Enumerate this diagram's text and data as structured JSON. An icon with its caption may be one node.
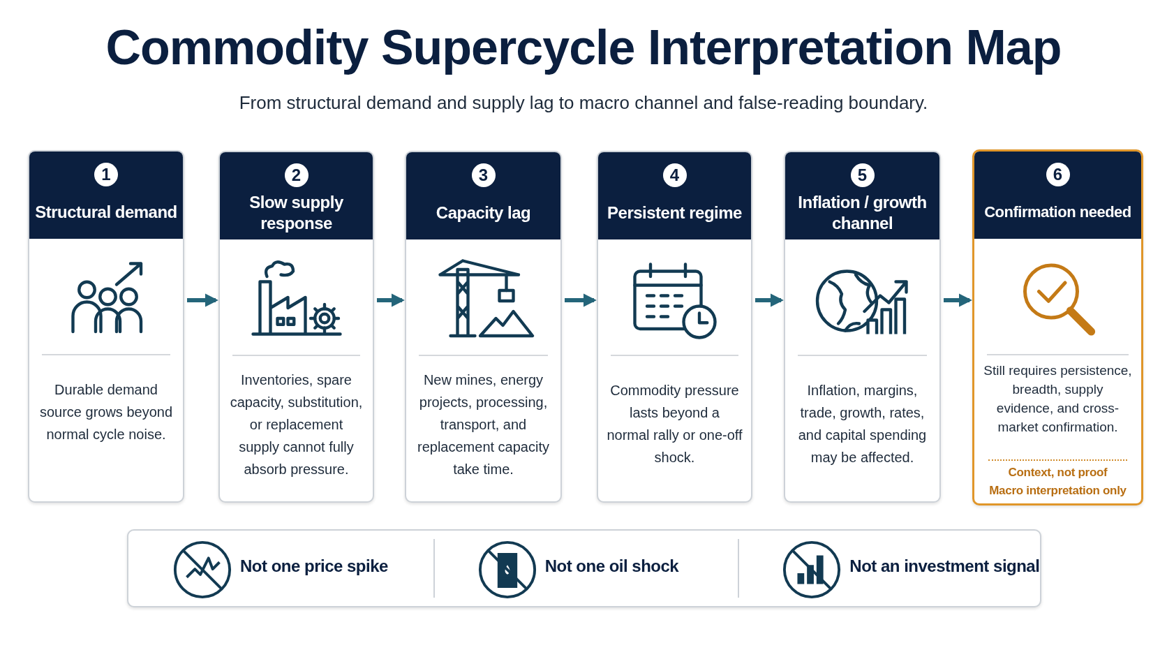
{
  "diagram": {
    "title": "Commodity Supercycle Interpretation Map",
    "nodes": [
      {
        "text": [
          "1",
          "Structural demand",
          "Durable demand source grows beyond normal cycle noise."
        ]
      },
      {
        "text": [
          "2",
          "Slow supply response",
          "Inventories, spare capacity, substitution, or replacement supply cannot fully absorb pressure."
        ]
      },
      {
        "text": [
          "3",
          "Capacity lag",
          "New mines, energy projects, processing, transport, and replacement capacity take time."
        ]
      },
      {
        "text": [
          "4",
          "Persistent regime",
          "Commodity pressure lasts beyond a normal rally or one-off shock."
        ]
      },
      {
        "text": [
          "5",
          "Inflation / growth channel",
          "Inflation, margins, trade, growth, rates, and capital spending may be affected."
        ]
      },
      {
        "text": [
          "6",
          "Confirmation needed",
          "Still requires persistence, breadth, supply evidence, and cross-market confirmation.",
          "Context, not proof",
          "Macro interpretation only"
        ]
      },
      {
        "text": [
          "Not one price spike",
          "Not one oil shock",
          "Not an investment signal"
        ]
      }
    ],
    "edges": [
      {
        "from": 0,
        "to": 1,
        "arrow": "to"
      },
      {
        "from": 1,
        "to": 2,
        "arrow": "to"
      },
      {
        "from": 2,
        "to": 3,
        "arrow": "to"
      },
      {
        "from": 3,
        "to": 4,
        "arrow": "to"
      },
      {
        "from": 4,
        "to": 5,
        "arrow": "to"
      }
    ],
    "labels": [
      "From structural demand and supply lag to macro channel and false-reading boundary."
    ]
  }
}
